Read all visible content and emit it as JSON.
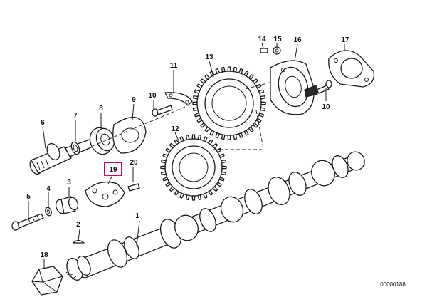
{
  "diagram": {
    "callouts": [
      {
        "id": "c1",
        "label": "1"
      },
      {
        "id": "c2",
        "label": "2"
      },
      {
        "id": "c3",
        "label": "3"
      },
      {
        "id": "c4",
        "label": "4"
      },
      {
        "id": "c5",
        "label": "5"
      },
      {
        "id": "c6",
        "label": "6"
      },
      {
        "id": "c7",
        "label": "7"
      },
      {
        "id": "c8",
        "label": "8"
      },
      {
        "id": "c9",
        "label": "9"
      },
      {
        "id": "c10a",
        "label": "10"
      },
      {
        "id": "c10b",
        "label": "10"
      },
      {
        "id": "c11",
        "label": "11"
      },
      {
        "id": "c12",
        "label": "12"
      },
      {
        "id": "c13",
        "label": "13"
      },
      {
        "id": "c14",
        "label": "14"
      },
      {
        "id": "c15",
        "label": "15"
      },
      {
        "id": "c16",
        "label": "16"
      },
      {
        "id": "c17",
        "label": "17"
      },
      {
        "id": "c18",
        "label": "18"
      },
      {
        "id": "c19",
        "label": "19",
        "highlighted": true
      },
      {
        "id": "c20",
        "label": "20"
      }
    ],
    "reference_number": "00000188",
    "highlight_color": "#d2006e"
  }
}
